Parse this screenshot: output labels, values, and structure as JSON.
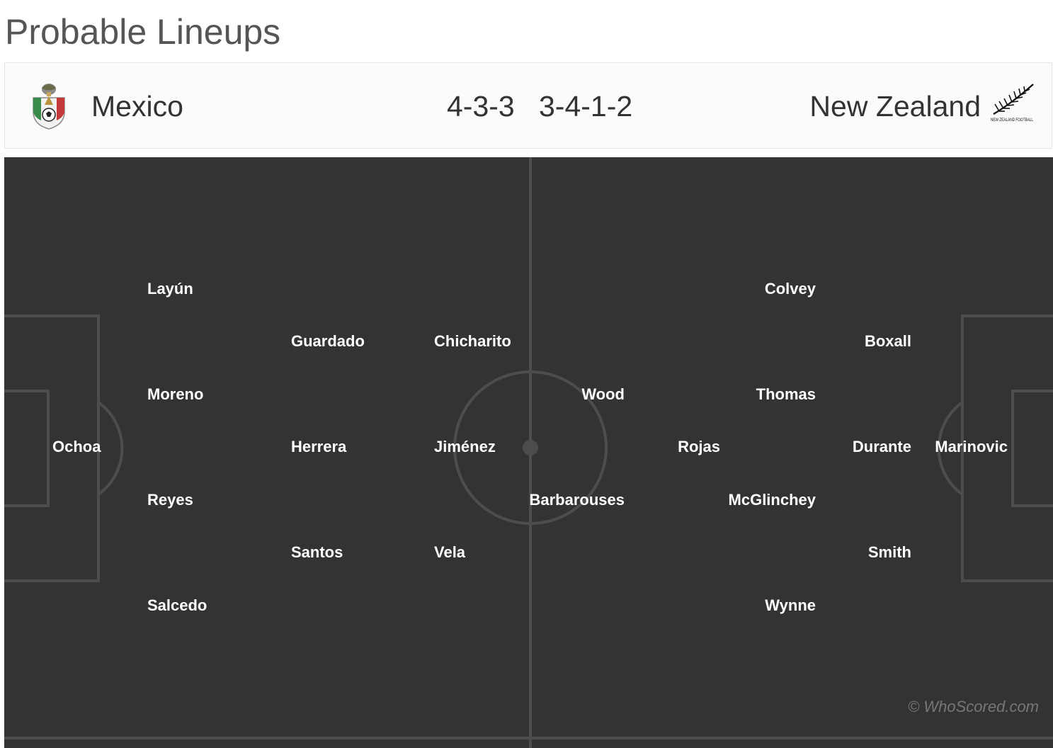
{
  "page": {
    "title": "Probable Lineups"
  },
  "colors": {
    "pitch": "#333333",
    "lines": "#4d4d4d",
    "player_text": "#ffffff",
    "header_text": "#333333",
    "title_text": "#555555",
    "watermark": "#777777"
  },
  "home": {
    "name": "Mexico",
    "formation": "4-3-3",
    "crest_icon": "mexico-crest-icon",
    "players": [
      {
        "name": "Ochoa",
        "role": "GK"
      },
      {
        "name": "Layún",
        "role": "DEF"
      },
      {
        "name": "Moreno",
        "role": "DEF"
      },
      {
        "name": "Reyes",
        "role": "DEF"
      },
      {
        "name": "Salcedo",
        "role": "DEF"
      },
      {
        "name": "Guardado",
        "role": "MID"
      },
      {
        "name": "Herrera",
        "role": "MID"
      },
      {
        "name": "Santos",
        "role": "MID"
      },
      {
        "name": "Chicharito",
        "role": "FWD"
      },
      {
        "name": "Jiménez",
        "role": "FWD"
      },
      {
        "name": "Vela",
        "role": "FWD"
      }
    ]
  },
  "away": {
    "name": "New Zealand",
    "formation": "3-4-1-2",
    "crest_icon": "fern-crest-icon",
    "crest_text": "NEW ZEALAND FOOTBALL",
    "players": [
      {
        "name": "Marinovic",
        "role": "GK"
      },
      {
        "name": "Boxall",
        "role": "DEF"
      },
      {
        "name": "Durante",
        "role": "DEF"
      },
      {
        "name": "Smith",
        "role": "DEF"
      },
      {
        "name": "Colvey",
        "role": "MID"
      },
      {
        "name": "Thomas",
        "role": "MID"
      },
      {
        "name": "McGlinchey",
        "role": "MID"
      },
      {
        "name": "Wynne",
        "role": "MID"
      },
      {
        "name": "Rojas",
        "role": "AM"
      },
      {
        "name": "Wood",
        "role": "FWD"
      },
      {
        "name": "Barbarouses",
        "role": "FWD"
      }
    ]
  },
  "watermark": "© WhoScored.com"
}
